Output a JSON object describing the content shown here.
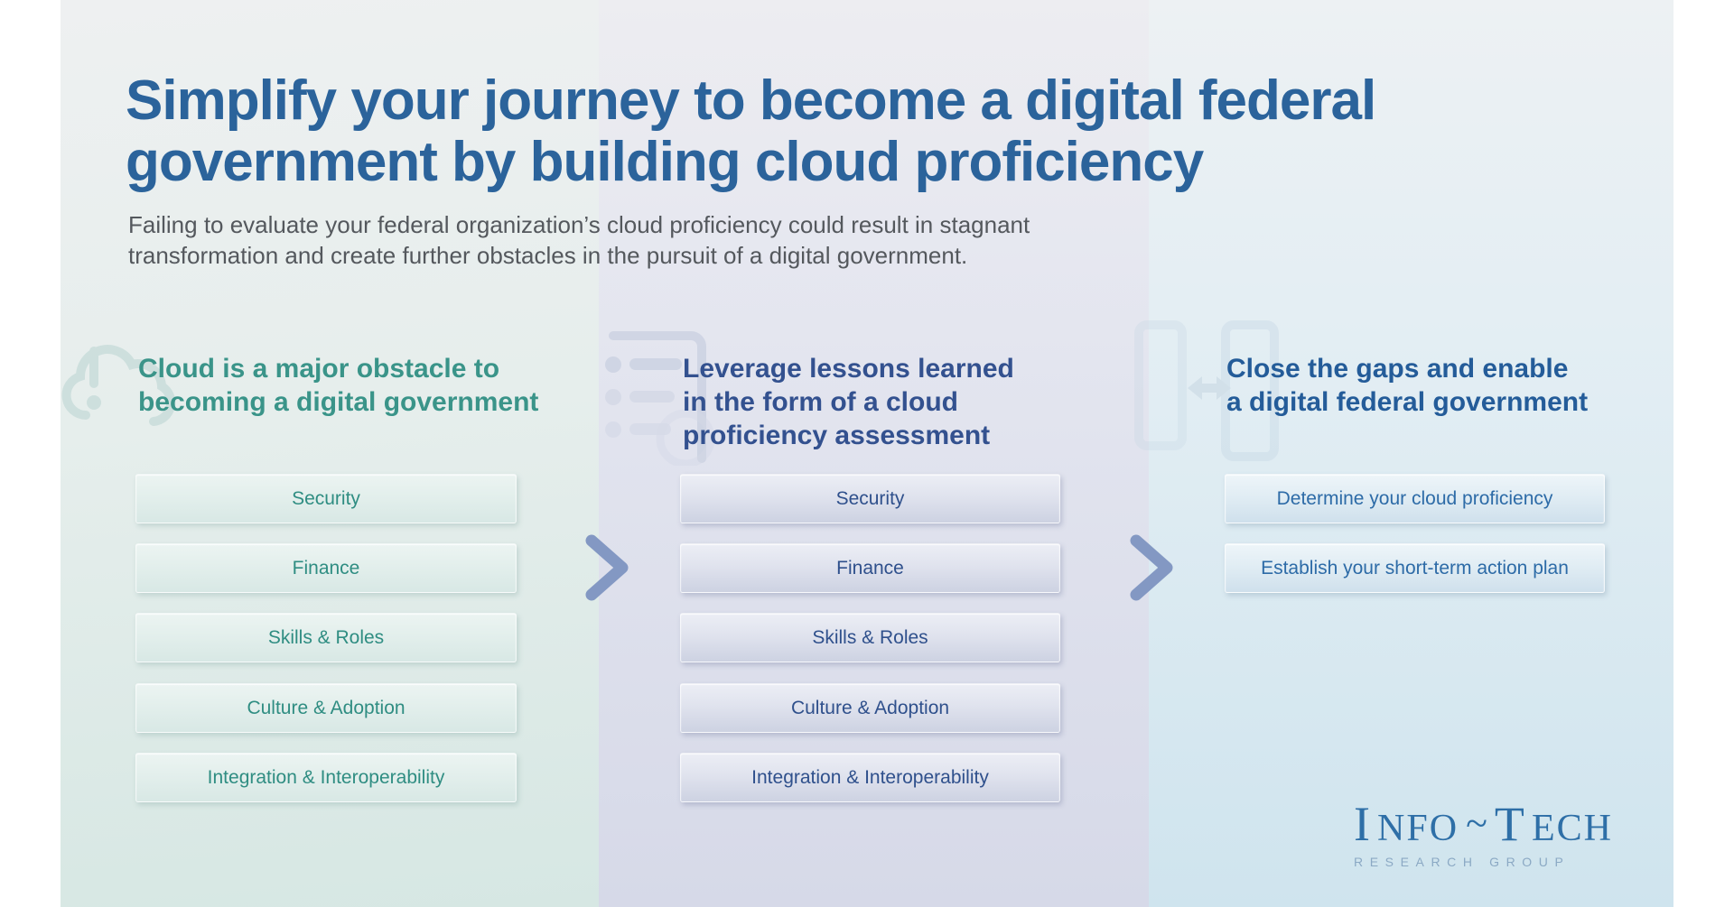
{
  "title": {
    "lines": [
      "Simplify your journey to become a digital federal",
      "government by building cloud proficiency"
    ]
  },
  "subtitle": {
    "lines": [
      "Failing to evaluate your federal organization’s cloud proficiency could result in stagnant",
      "transformation and create further obstacles in the pursuit of a digital government."
    ]
  },
  "columns": [
    {
      "heading_lines": [
        "Cloud is a major obstacle to",
        "becoming a digital government"
      ],
      "items": [
        "Security",
        "Finance",
        "Skills & Roles",
        "Culture & Adoption",
        "Integration & Interoperability"
      ],
      "accent_color": "#3a9489",
      "icon": "alert-cloud-icon"
    },
    {
      "heading_lines": [
        "Leverage lessons learned",
        "in the form of a cloud",
        "proficiency assessment"
      ],
      "items": [
        "Security",
        "Finance",
        "Skills & Roles",
        "Culture & Adoption",
        "Integration & Interoperability"
      ],
      "accent_color": "#33518f",
      "icon": "assessment-checklist-icon"
    },
    {
      "heading_lines": [
        "Close the gaps and enable",
        "a digital federal government"
      ],
      "items": [
        "Determine your cloud proficiency",
        "Establish your short-term action plan"
      ],
      "accent_color": "#245c99",
      "icon": "gap-panels-icon"
    }
  ],
  "logo": {
    "cap_left": "I",
    "rest_left": "NFO",
    "tilde": "~",
    "cap_right": "T",
    "rest_right": "ECH",
    "subtext": "RESEARCH GROUP"
  },
  "colors": {
    "title": "#2b639b",
    "subtitle": "#54585d",
    "chevron": "#8398c3",
    "teal_button_text": "#2f8d82",
    "indigo_button_text": "#2f508c",
    "blue_button_text": "#2d6ba7",
    "logo_blue": "#2e6fa7"
  }
}
